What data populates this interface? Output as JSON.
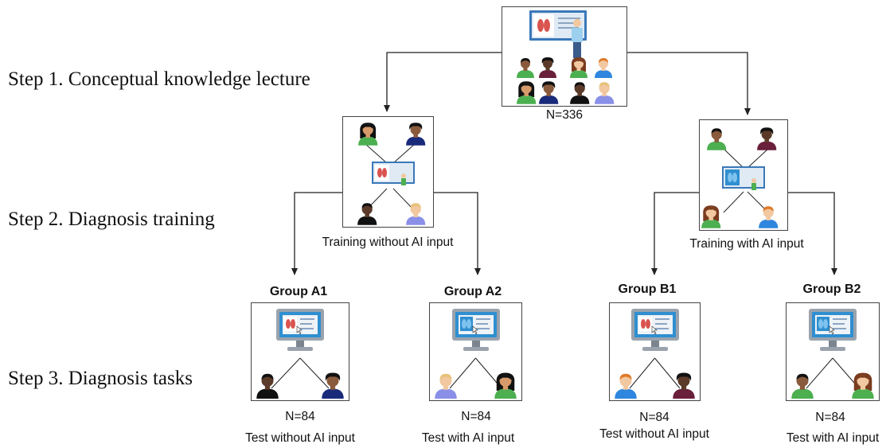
{
  "steps": {
    "step1": "Step 1. Conceptual knowledge lecture",
    "step2": "Step 2. Diagnosis training",
    "step3": "Step 3. Diagnosis tasks"
  },
  "lecture": {
    "count": "N=336"
  },
  "training": {
    "without_ai": "Training without AI input",
    "with_ai": "Training with AI input"
  },
  "groups": [
    {
      "name": "Group A1",
      "count": "N=84",
      "test": "Test without AI input"
    },
    {
      "name": "Group A2",
      "count": "N=84",
      "test": "Test with AI input"
    },
    {
      "name": "Group B1",
      "count": "N=84",
      "test": "Test without AI input"
    },
    {
      "name": "Group B2",
      "count": "N=84",
      "test": "Test with AI input"
    }
  ],
  "colors": {
    "line": "#222222",
    "screen_frame": "#3a78b8",
    "screen_blue": "#2f8fd0",
    "lung": "#d9534f",
    "monitor_gray": "#9aa3ad",
    "shirt_green": "#4caf50",
    "shirt_navy": "#1a2a7a",
    "shirt_blue": "#2e86de",
    "shirt_maroon": "#6a1f3a",
    "shirt_lavender": "#8a8fe8"
  },
  "icons": [
    "presentation-board-icon",
    "presenter-icon",
    "person-icon",
    "computer-monitor-icon",
    "lung-xray-icon"
  ]
}
